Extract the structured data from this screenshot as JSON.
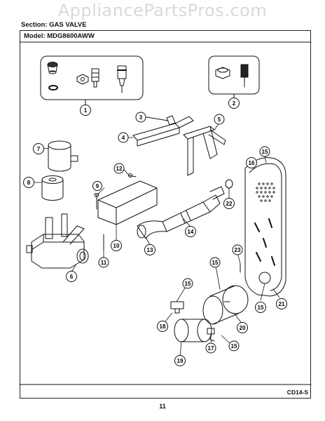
{
  "watermark": "AppliancePartsPros.com",
  "header": {
    "section": "Section:  GAS VALVE",
    "model": "Model:  MDG8600AWW"
  },
  "footer": {
    "diagram_code": "CD14-S",
    "page_number": "11"
  },
  "callouts": [
    "1",
    "2",
    "3",
    "4",
    "5",
    "6",
    "7",
    "8",
    "9",
    "10",
    "11",
    "12",
    "13",
    "14",
    "15",
    "16",
    "17",
    "18",
    "19",
    "20",
    "21",
    "22",
    "23"
  ]
}
